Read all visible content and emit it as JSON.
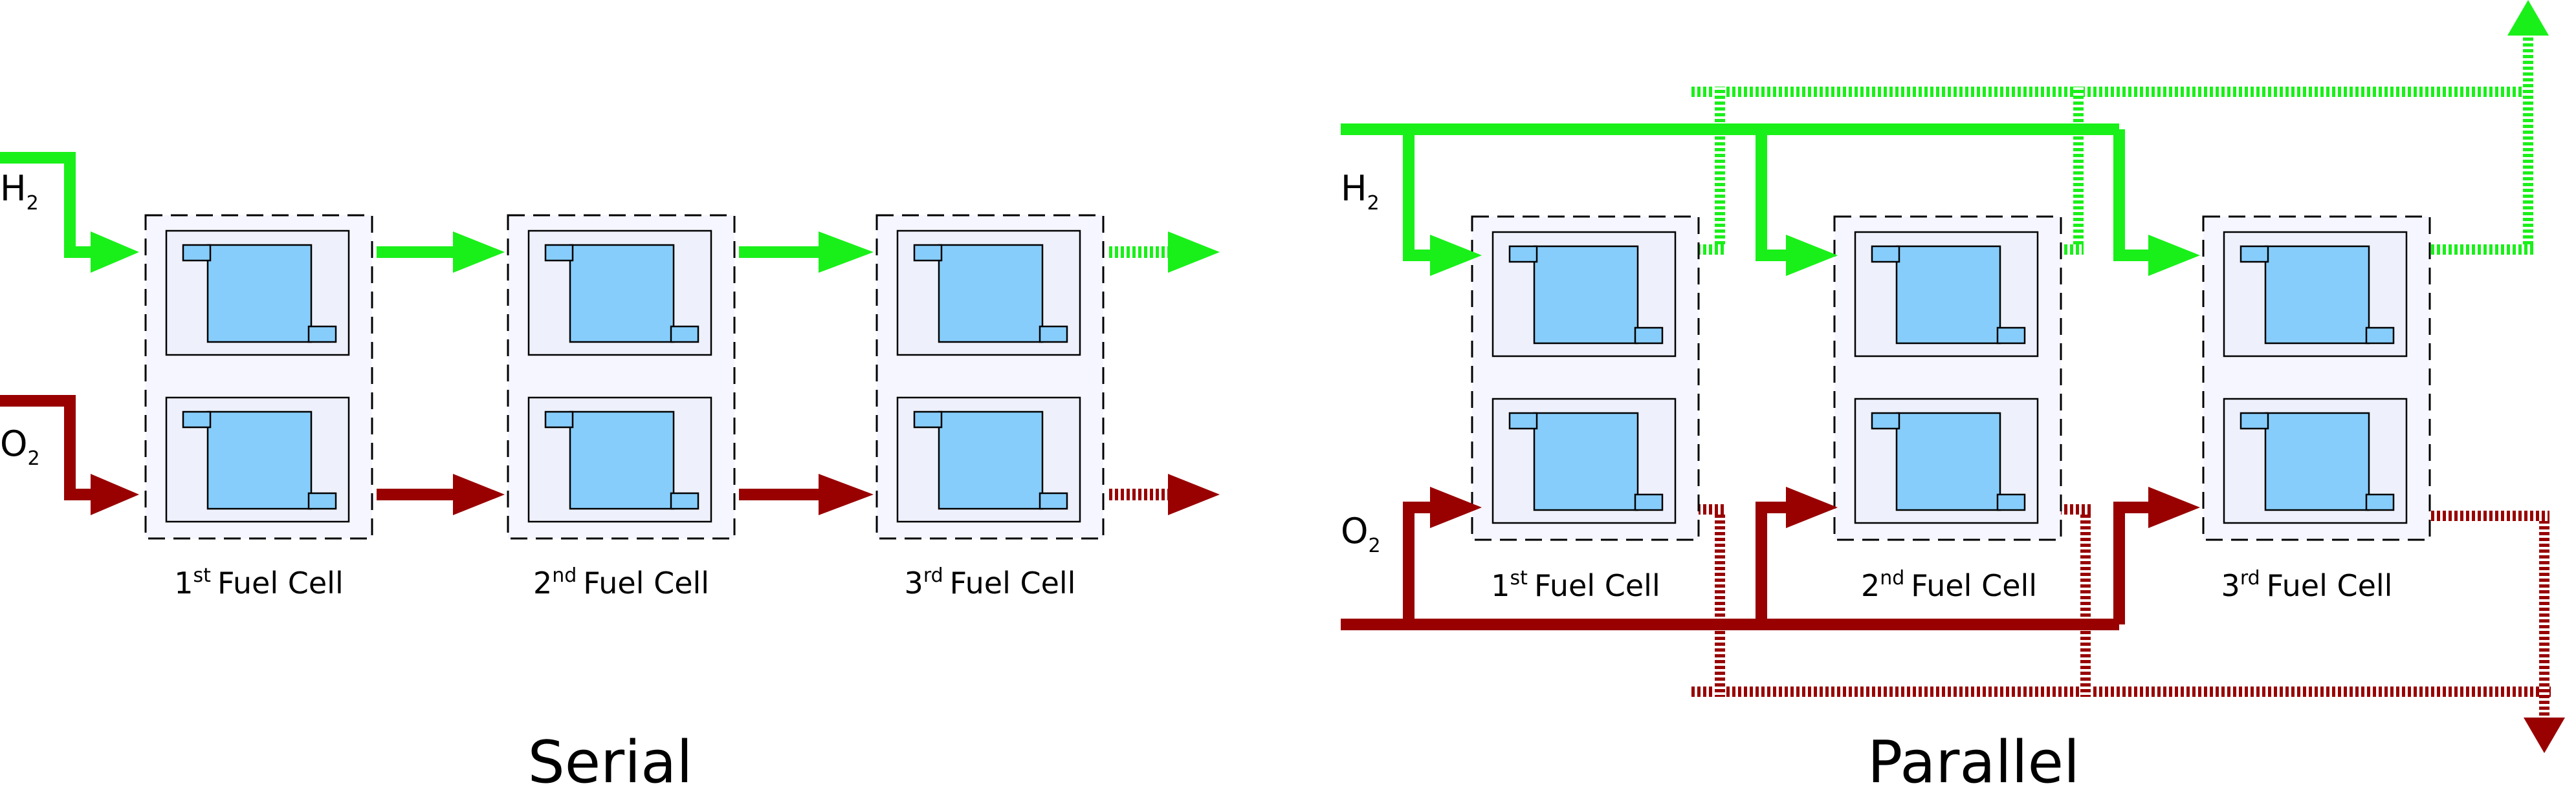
{
  "diagram": {
    "serial": {
      "title": "Serial",
      "h2_label": {
        "base": "H",
        "subscript": "2"
      },
      "o2_label": {
        "base": "O",
        "subscript": "2"
      },
      "cells": [
        {
          "ordinal": "1",
          "suffix": "st",
          "name": "Fuel Cell"
        },
        {
          "ordinal": "2",
          "suffix": "nd",
          "name": "Fuel Cell"
        },
        {
          "ordinal": "3",
          "suffix": "rd",
          "name": "Fuel Cell"
        }
      ]
    },
    "parallel": {
      "title": "Parallel",
      "h2_label": {
        "base": "H",
        "subscript": "2"
      },
      "o2_label": {
        "base": "O",
        "subscript": "2"
      },
      "cells": [
        {
          "ordinal": "1",
          "suffix": "st",
          "name": "Fuel Cell"
        },
        {
          "ordinal": "2",
          "suffix": "nd",
          "name": "Fuel Cell"
        },
        {
          "ordinal": "3",
          "suffix": "rd",
          "name": "Fuel Cell"
        }
      ]
    },
    "colors": {
      "hydrogen": "#19f019",
      "oxygen": "#990000",
      "cell": "#87cdfb",
      "cell_background": "#eef0fb"
    }
  }
}
